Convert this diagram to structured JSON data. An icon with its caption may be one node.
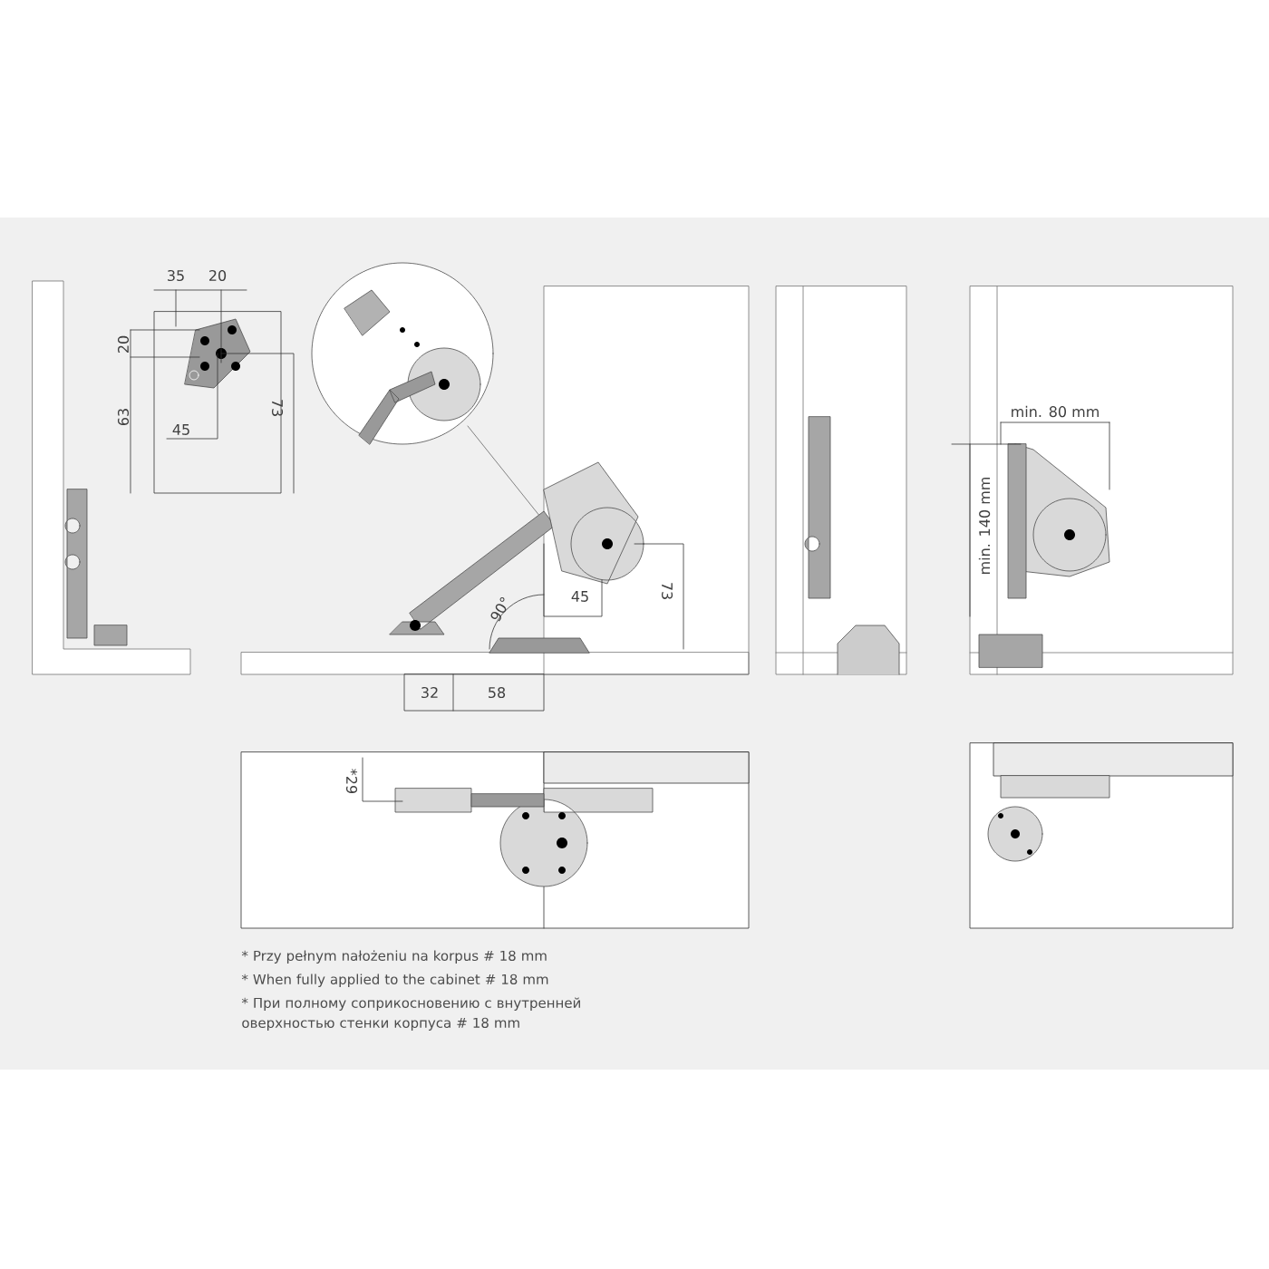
{
  "diagram": {
    "labels": [
      "35",
      "20",
      "20",
      "63",
      "45",
      "73",
      "90°",
      "45",
      "73",
      "32",
      "58",
      "min. 80 mm",
      "min. 140 mm",
      "*29",
      "* Przy pełnym nałożeniu na korpus # 18 mm",
      "* When fully applied to the cabinet # 18 mm",
      "* При полному соприкосновению с внутренней оверхностью стенки корпуса # 18 mm"
    ]
  }
}
